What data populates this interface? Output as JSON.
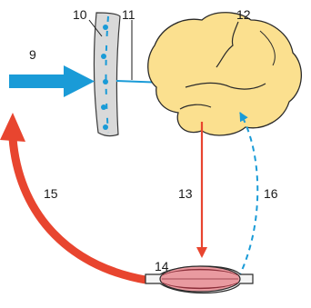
{
  "labels": {
    "l9": "9",
    "l10": "10",
    "l11": "11",
    "l12": "12",
    "l13": "13",
    "l14": "14",
    "l15": "15",
    "l16": "16"
  },
  "colors": {
    "input_arrow": "#1a9bd7",
    "feedback_dashed": "#1a9bd7",
    "motor_arrow": "#e8452f",
    "behavior_arrow": "#e8452f",
    "brain_fill": "#fbe08f",
    "brain_stroke": "#2a2a2a",
    "muscle_fill": "#e99aa0"
  },
  "icons": {
    "brain": "brain-icon",
    "receptor_layer": "sense-organ-icon",
    "muscle": "muscle-icon"
  }
}
